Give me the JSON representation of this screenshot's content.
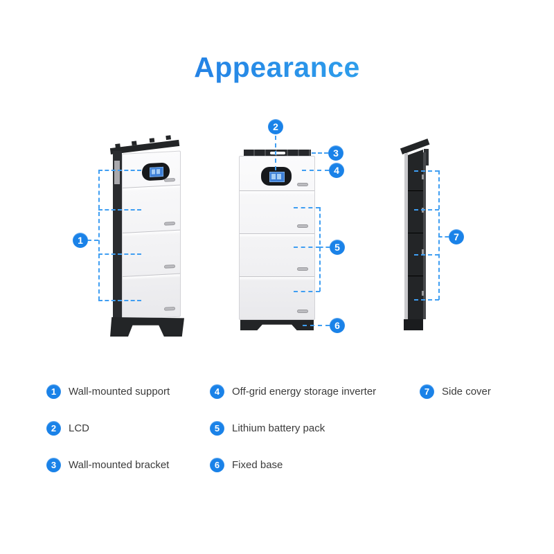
{
  "title": "Appearance",
  "colors": {
    "accent": "#1a82e8",
    "dash": "#3f9ef2",
    "title_gradient_start": "#1a63dd",
    "title_gradient_end": "#38bdf3",
    "unit_dark": "#232527",
    "panel_light": "#f7f7f9"
  },
  "legend": {
    "items": [
      {
        "num": "1",
        "label": "Wall-mounted support"
      },
      {
        "num": "2",
        "label": "LCD"
      },
      {
        "num": "3",
        "label": "Wall-mounted bracket"
      },
      {
        "num": "4",
        "label": "Off-grid energy storage inverter"
      },
      {
        "num": "5",
        "label": "Lithium battery pack"
      },
      {
        "num": "6",
        "label": "Fixed base"
      },
      {
        "num": "7",
        "label": "Side cover"
      }
    ]
  }
}
